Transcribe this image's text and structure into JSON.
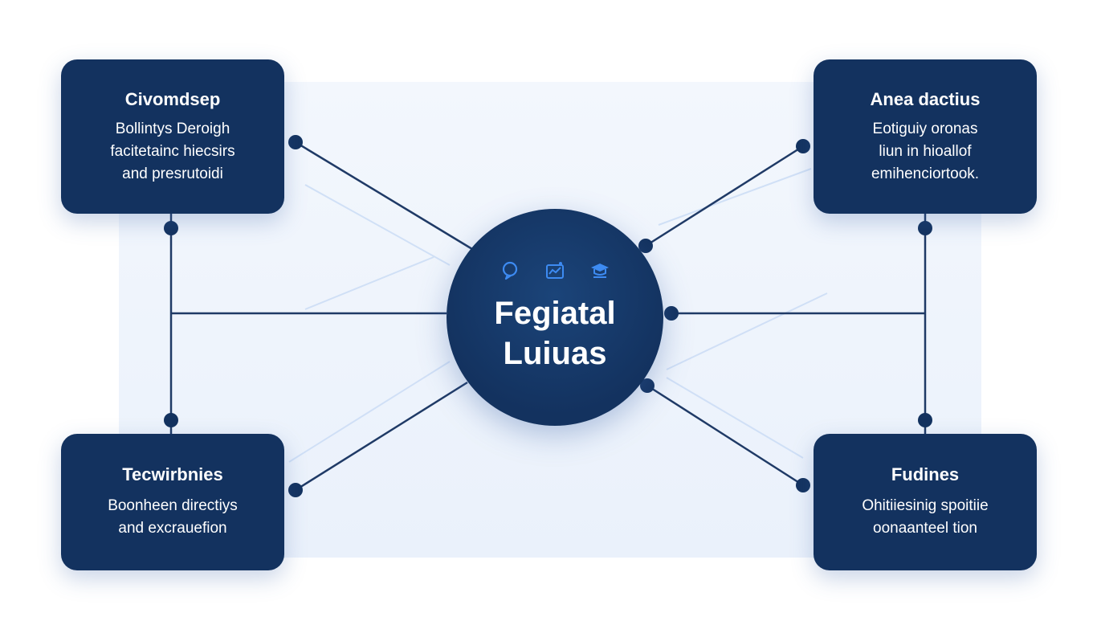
{
  "hub": {
    "title_line1": "Fegiatal",
    "title_line2": "Luiuas",
    "icons": [
      "chat-bubble-icon",
      "chart-icon",
      "graduation-cap-icon"
    ]
  },
  "cards": {
    "top_left": {
      "title": "Civomdsep",
      "lines": [
        "Bollintys Deroigh",
        "facitetainc hiecsirs",
        "and presrutoidi"
      ]
    },
    "top_right": {
      "title": "Anea dactius",
      "lines": [
        "Eotiguiy oronas",
        "liun in hioallof",
        "emihenciortook."
      ]
    },
    "bottom_left": {
      "title": "Tecwirbnies",
      "lines": [
        "Boonheen directiys",
        "and excrauefion"
      ]
    },
    "bottom_right": {
      "title": "Fudines",
      "lines": [
        "Ohitiiesinig spoitiie",
        "oonaanteel tion"
      ]
    }
  },
  "colors": {
    "node_fill": "#13325f",
    "line": "#1f3a66",
    "accent_icon": "#3d8bf2",
    "backdrop": "#eef3fb"
  }
}
